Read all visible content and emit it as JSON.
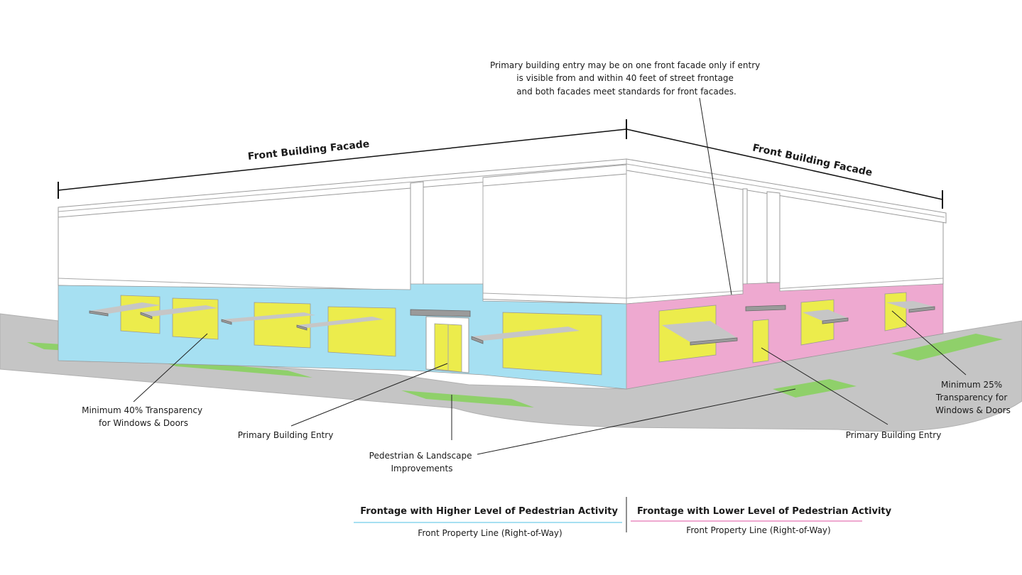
{
  "annotations": {
    "entry_note": [
      "Primary building entry may be on one front facade only if entry",
      "is visible from and within 40 feet of street frontage",
      "and both facades meet standards for front facades."
    ],
    "facade_left": "Front Building Facade",
    "facade_right": "Front Building Facade",
    "transparency_40": [
      "Minimum 40% Transparency",
      "for Windows & Doors"
    ],
    "entry_left": "Primary Building Entry",
    "pedestrian": [
      "Pedestrian & Landscape",
      "Improvements"
    ],
    "entry_right": "Primary Building Entry",
    "transparency_25": [
      "Minimum 25%",
      "Transparency for",
      "Windows & Doors"
    ]
  },
  "legend": {
    "higher_title": "Frontage with Higher Level of Pedestrian Activity",
    "higher_sub": "Front Property Line (Right-of-Way)",
    "lower_title": "Frontage with Lower Level of Pedestrian Activity",
    "lower_sub": "Front Property Line (Right-of-Way)"
  },
  "colors": {
    "higher_activity": "#a6e0f2",
    "lower_activity": "#eea9d0",
    "transparency": "#ecec4c",
    "landscape": "#8fd06a",
    "sidewalk": "#c5c5c5"
  }
}
